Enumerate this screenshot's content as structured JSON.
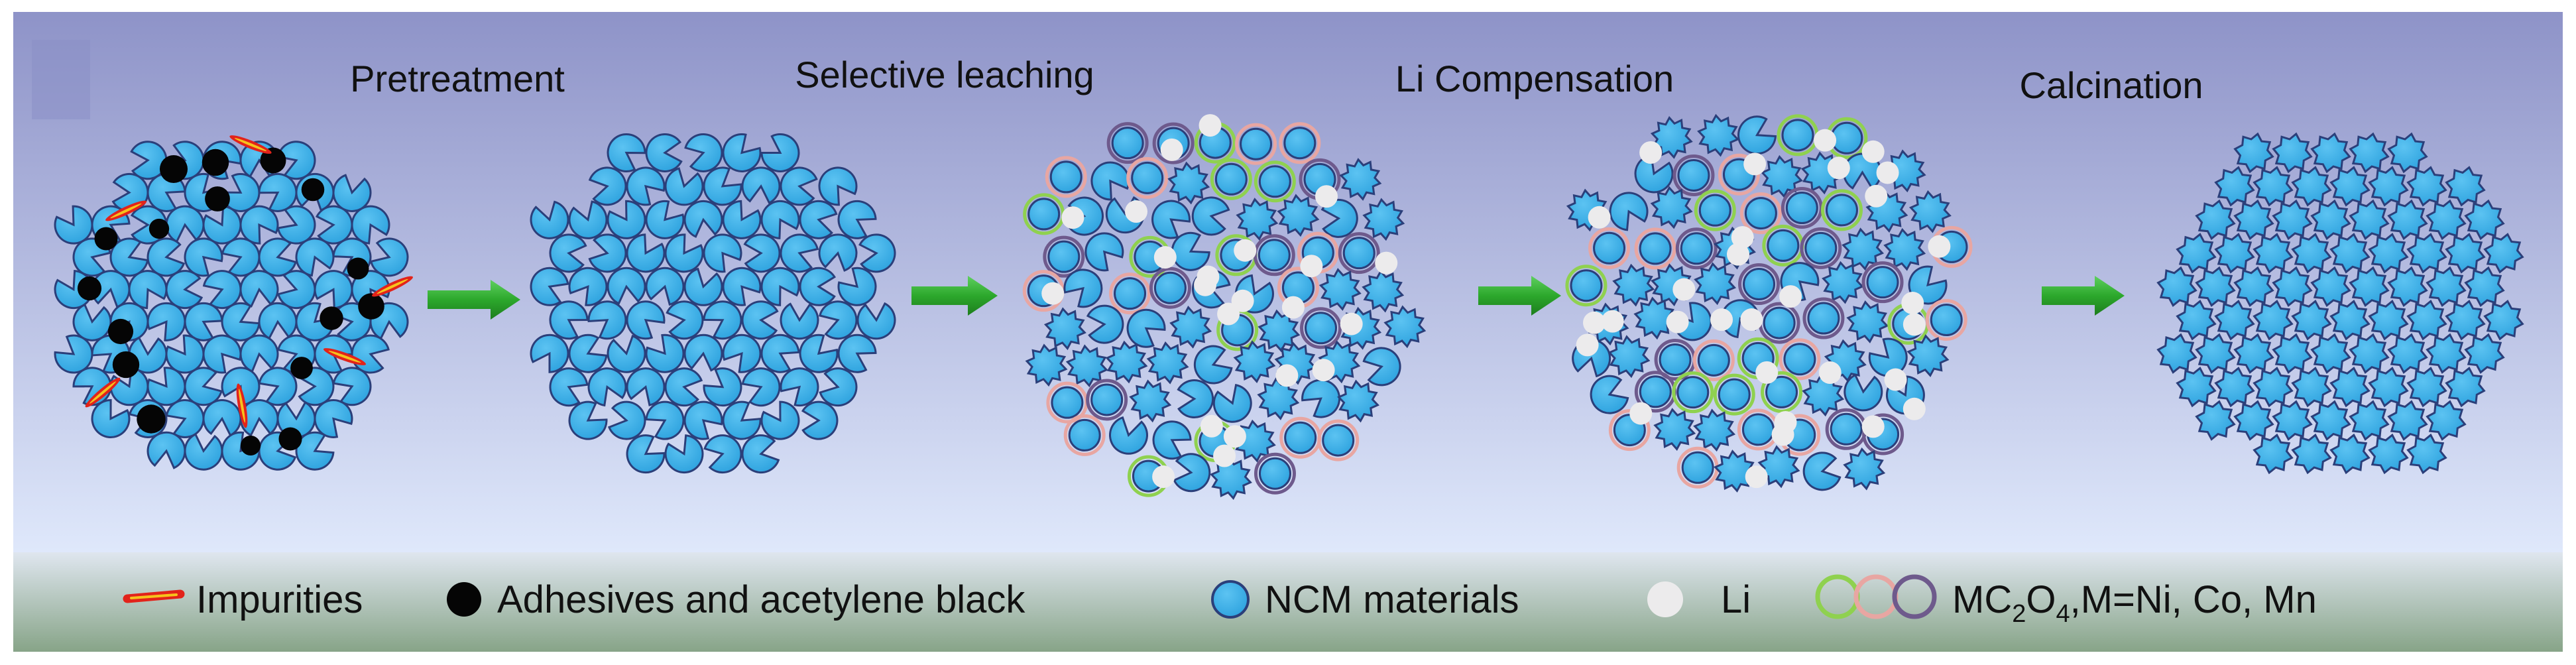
{
  "steps": [
    {
      "label": "Pretreatment"
    },
    {
      "label": "Selective leaching"
    },
    {
      "label": "Li Compensation"
    },
    {
      "label": "Calcination"
    }
  ],
  "legend": {
    "impurities": "Impurities",
    "adhesives": "Adhesives and acetylene black",
    "ncm": "NCM materials",
    "li": "Li",
    "oxalate_prefix": "MC",
    "oxalate_sub1": "2",
    "oxalate_mid": "O",
    "oxalate_sub2": "4",
    "oxalate_suffix": ",M=Ni, Co, Mn"
  },
  "colors": {
    "bg_top": "#8e93c8",
    "bg_bottom": "#dfe8fb",
    "legend_top": "#dfe6ef",
    "legend_bottom": "#87a488",
    "ncm_fill": "#2aa0dd",
    "ncm_stroke": "#2b3f7a",
    "adhesive": "#050505",
    "impurity_red": "#e2231a",
    "impurity_yellow": "#f6c21c",
    "li_fill": "#ecebec",
    "ring_green": "#8fd14f",
    "ring_pink": "#e8a6a2",
    "ring_purple": "#6e5a8c",
    "arrow": "#2ca82c"
  },
  "icons": {
    "arrow": "right-arrow-icon",
    "impurity": "impurity-dash-icon",
    "adhesive": "black-dot-icon",
    "ncm": "blue-dot-icon",
    "li": "white-dot-icon",
    "oxalate": "three-rings-icon"
  }
}
